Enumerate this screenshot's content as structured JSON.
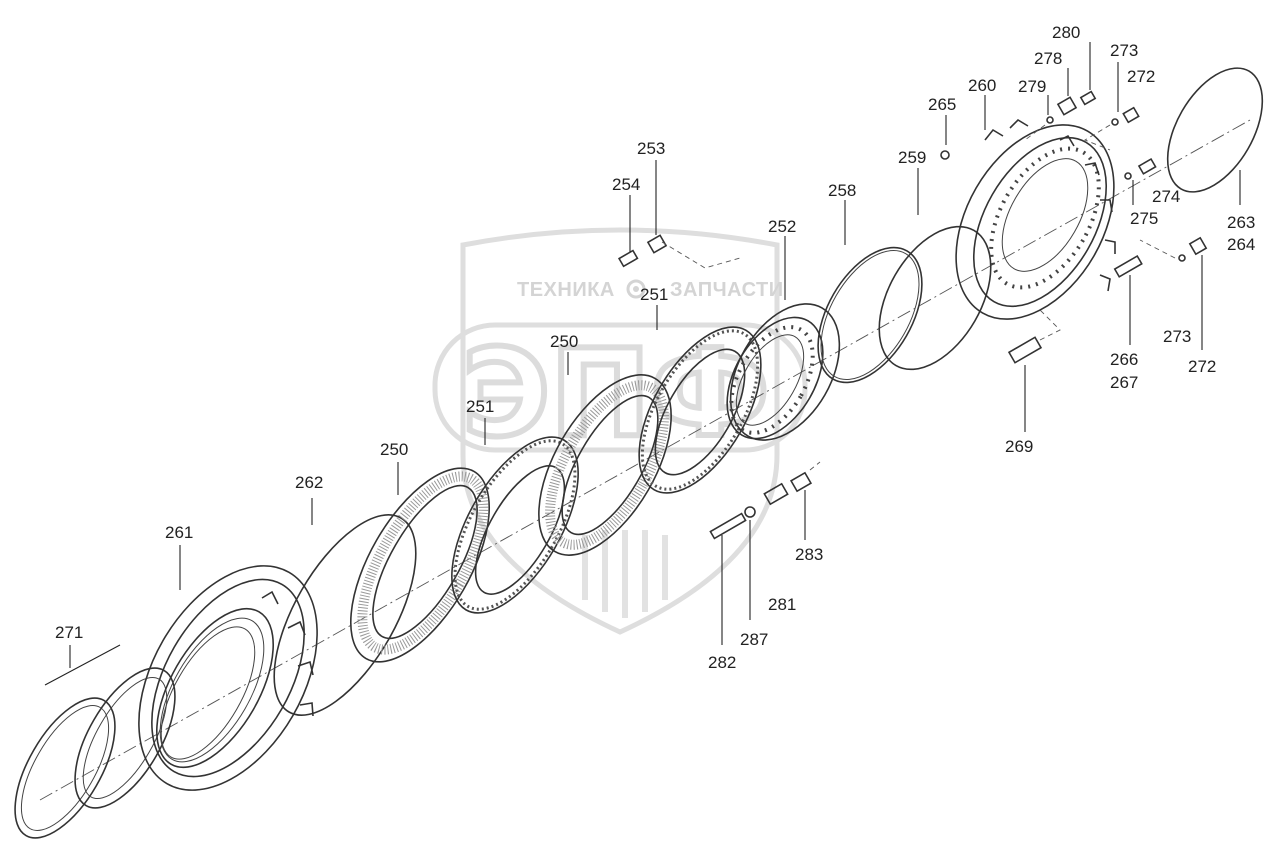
{
  "watermark": {
    "text_left": "ТЕХНИКА",
    "text_right": "ЗАПЧАСТИ",
    "big_text": "ЭПФ",
    "icon": "gear-icon",
    "color": "#d4d4d4"
  },
  "callouts": {
    "c250a": "250",
    "c250b": "250",
    "c251a": "251",
    "c251b": "251",
    "c252": "252",
    "c253": "253",
    "c254": "254",
    "c258": "258",
    "c259": "259",
    "c260": "260",
    "c261": "261",
    "c262": "262",
    "c263": "263",
    "c264": "264",
    "c265": "265",
    "c266": "266",
    "c267": "267",
    "c269": "269",
    "c271": "271",
    "c272a": "272",
    "c272b": "272",
    "c273a": "273",
    "c273b": "273",
    "c274": "274",
    "c275": "275",
    "c278": "278",
    "c279": "279",
    "c280": "280",
    "c281": "281",
    "c282": "282",
    "c283": "283",
    "c287": "287"
  }
}
